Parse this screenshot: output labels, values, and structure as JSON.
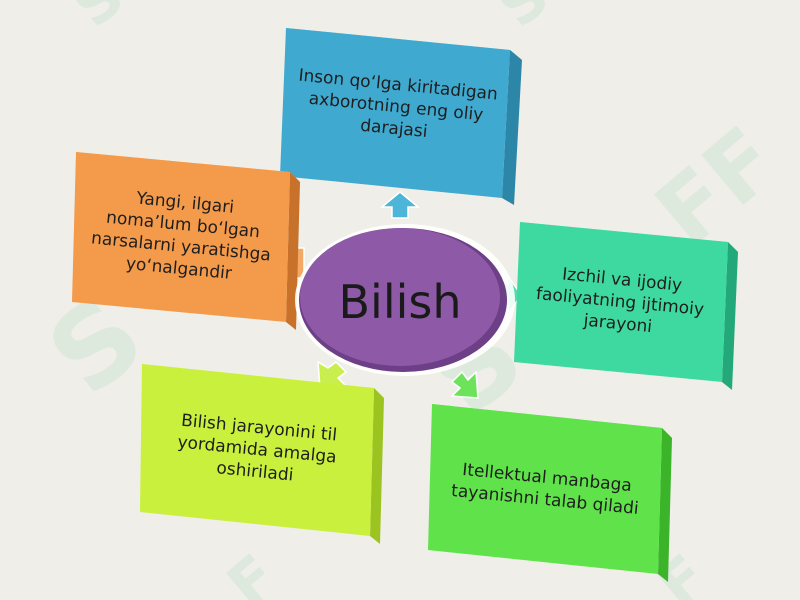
{
  "center": {
    "label": "Bilish",
    "color": "#8e5aa7"
  },
  "boxes": [
    {
      "id": "top",
      "text": "Inson qo‘lga kiritadigan\naxborotning eng oliy\ndarajasi",
      "color": "#3fa9cf"
    },
    {
      "id": "right",
      "text": "Izchil va ijodiy\nfaoliyatning ijtimoiy\njarayoni",
      "color": "#3ed9a0"
    },
    {
      "id": "bottom-right",
      "text": "Itellektual manbaga\ntayanishni talab qiladi",
      "color": "#5fe24a"
    },
    {
      "id": "bottom-left",
      "text": "Bilish jarayonini til\nyordamida amalga\noshiriladi",
      "color": "#c8f03c"
    },
    {
      "id": "top-left",
      "text": "Yangi, ilgari\nnoma’lum bo‘lgan\nnarsalarni yaratishga\nyo‘nalgandir",
      "color": "#f39a4b"
    }
  ],
  "watermark": {
    "color": "#cfe6d6"
  }
}
